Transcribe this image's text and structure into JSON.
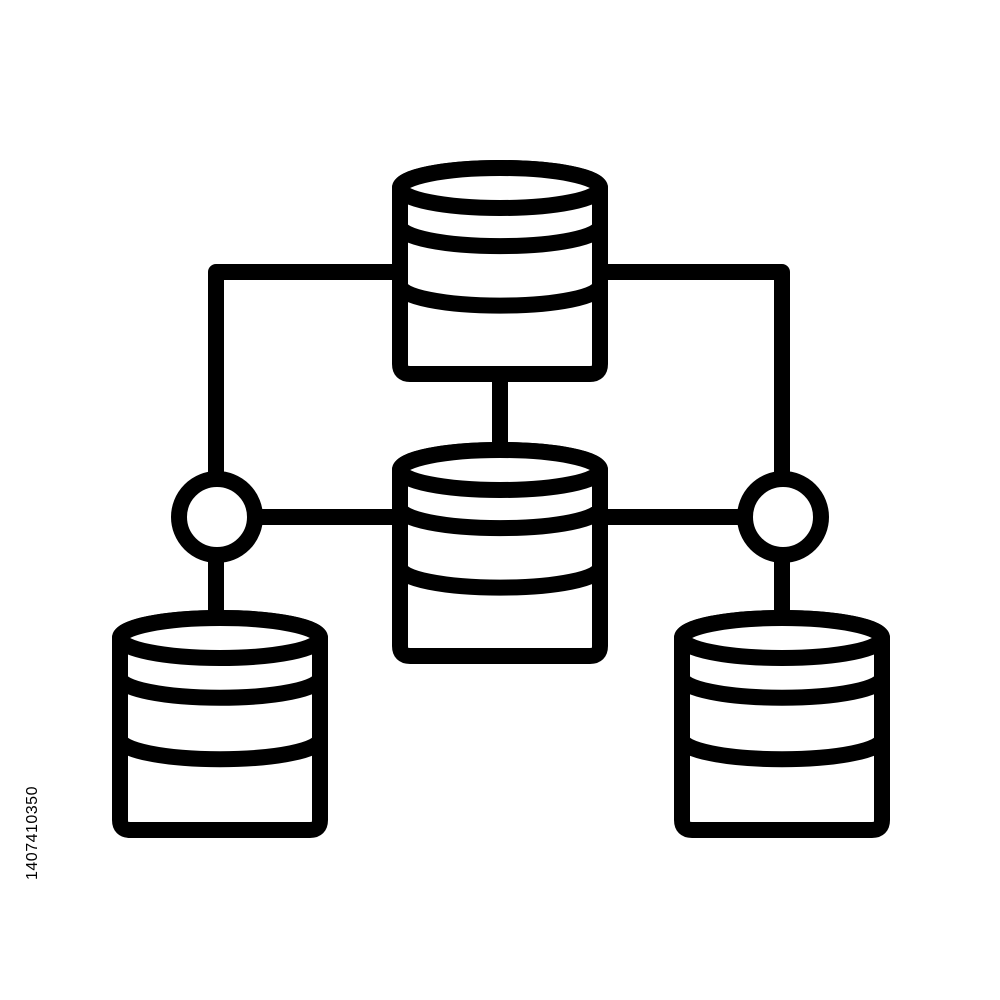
{
  "colors": {
    "stroke": "#000000",
    "background": "#ffffff"
  },
  "diagram": {
    "nodes": [
      {
        "id": "db-top",
        "kind": "database-cylinder",
        "icon": "database-icon"
      },
      {
        "id": "db-middle",
        "kind": "database-cylinder",
        "icon": "database-icon"
      },
      {
        "id": "db-left",
        "kind": "database-cylinder",
        "icon": "database-icon"
      },
      {
        "id": "db-right",
        "kind": "database-cylinder",
        "icon": "database-icon"
      },
      {
        "id": "junction-left",
        "kind": "circle-node"
      },
      {
        "id": "junction-right",
        "kind": "circle-node"
      }
    ],
    "edges": [
      {
        "from": "db-top",
        "to": "db-middle"
      },
      {
        "from": "db-top",
        "to": "junction-left"
      },
      {
        "from": "db-top",
        "to": "junction-right"
      },
      {
        "from": "junction-left",
        "to": "db-middle"
      },
      {
        "from": "junction-right",
        "to": "db-middle"
      },
      {
        "from": "junction-left",
        "to": "db-left"
      },
      {
        "from": "junction-right",
        "to": "db-right"
      }
    ]
  },
  "watermark": {
    "stock_id": "1407410350"
  }
}
